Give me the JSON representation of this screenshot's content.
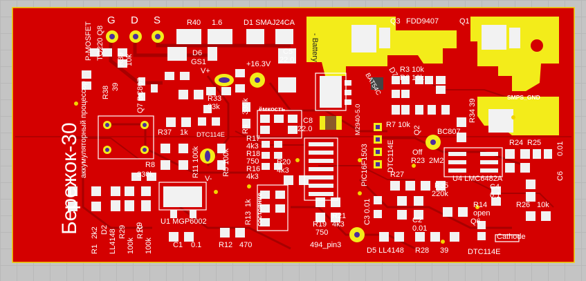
{
  "board": {
    "colors": {
      "background": "#c4c4c4",
      "board_red": "#d40000",
      "trace_red": "#a80000",
      "pad_white": "#f2f2f2",
      "copper_yellow": "#f3ec1a",
      "via_hole": "#4c2ca0",
      "silk": "#ffffff"
    },
    "title": "Бережок-30",
    "subtitle": "аккумуляторный процессор",
    "gds": {
      "g": "G",
      "d": "D",
      "s": "S"
    },
    "mosfet_note": {
      "line1": "P-MOSFET",
      "line2": "TO220 Q8"
    },
    "labels": {
      "r40": "R40",
      "r40_val": "1.6",
      "d1": "D1 SMAJ24CA",
      "q3": "Q3",
      "q3_part": "FDD9407",
      "q1": "Q1",
      "battery": "- Battery",
      "c5": "C5",
      "c5_val": "22.0",
      "v16": "+16.3V",
      "d6": "D6",
      "gs1": "GS1",
      "vplus": "V+",
      "r39": "R39",
      "r39_val": "10k",
      "q7": "Q7 BC807",
      "r38": "R38",
      "r38_val": "39",
      "r33": "R33",
      "r33_val": "33k",
      "r37": "R37",
      "r37_val": "1k",
      "dtc1": "DTC114E",
      "r4": "R4",
      "r4_val": "330k",
      "emkost": "ёмкость",
      "c8": "C8",
      "c8_val": "22.0",
      "m2940": "M2940-5.0",
      "bat54": "BAT54C",
      "d7": "D7",
      "r3": "R3 10k",
      "r6": "R6 10k",
      "r7": "R7 10k",
      "q2": "Q2",
      "bc807": "BC807",
      "r34": "R34 39",
      "smps": "SMPS_GND",
      "r17": "R17",
      "r17_val": "4k3",
      "r18": "R18",
      "r18_val": "750",
      "r16": "R16",
      "r16_val": "4k3",
      "r5": "R5 100k",
      "r11": "R11 100k",
      "r8": "R8",
      "r8_val": "330k",
      "vminus": "V-",
      "r20": "R20",
      "r20_val": "4k3",
      "pic": "PIC16F1503",
      "dtc2": "DTC114E",
      "off": "Off",
      "r23": "R23",
      "r23_val": "2M2",
      "r27": "R27",
      "u4": "U4 LMC6482A",
      "r24": "R24",
      "r25": "R25",
      "c6": "C6",
      "c6_val": "0.01",
      "r35": "R35",
      "r35_val": "220k",
      "c4": "C4",
      "c4_val": "0.1",
      "r26": "R26",
      "r26_val": "10k",
      "r14": "R14",
      "open": "open",
      "q6": "Q6",
      "cathode": "Cathode",
      "dtc3": "DTC114E",
      "c2": "C2",
      "c2_val": "0.01",
      "c3": "C3 0.01",
      "r21": "R21",
      "r21_val": "4k3",
      "r19": "R19",
      "r19_val": "750",
      "pin3": "494_pin3",
      "d5": "D5 LL4148",
      "r28": "R28",
      "r28_val": "39",
      "r13": "R13",
      "r13_val": "1k",
      "sostoyanie": "состояние",
      "u1": "U1 MGP6002",
      "c1": "C1",
      "c1_val": "0.1",
      "r12": "R12",
      "r12_val": "470",
      "r1": "R1",
      "r1_val": "2k2",
      "d2": "D2",
      "ll4148": "LL4148",
      "r29": "R29",
      "r29_val": "100k",
      "r10": "R10",
      "r10_val": "100k",
      "r9": "R9"
    }
  }
}
